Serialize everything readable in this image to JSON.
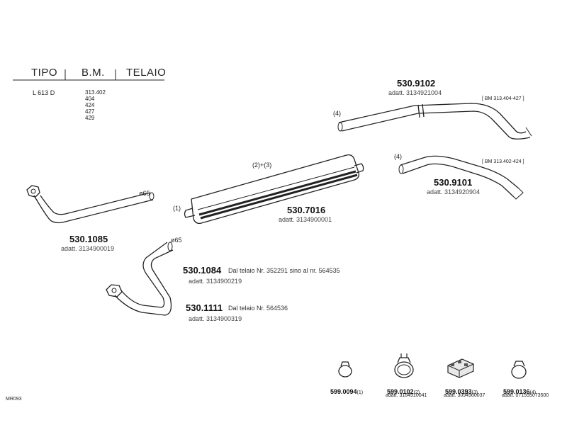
{
  "table": {
    "headers": [
      "TIPO",
      "B.M.",
      "TELAIO"
    ],
    "tipo": "L 613 D",
    "bm_values": [
      "313.402",
      "404",
      "424",
      "427",
      "429"
    ]
  },
  "parts": {
    "p9102": {
      "code": "530.9102",
      "adatt": "adatt. 3134921004",
      "note": "(4)",
      "bracket": "[ BM 313.404-427 ]"
    },
    "p9101": {
      "code": "530.9101",
      "adatt": "adatt. 3134920904",
      "note": "(4)",
      "bracket": "[ BM 313.402-424 ]"
    },
    "p7016": {
      "code": "530.7016",
      "adatt": "adatt. 3134900001",
      "note_top": "(2)+(3)",
      "note_left": "(1)"
    },
    "p1085": {
      "code": "530.1085",
      "adatt": "adatt. 3134900019",
      "diameter": "ø65"
    },
    "p1084": {
      "code": "530.1084",
      "desc": "Dal telaio Nr. 352291 sino al nr. 564535",
      "adatt": "adatt. 3134900219",
      "diameter": "ø65"
    },
    "p1111": {
      "code": "530.1111",
      "desc": "Dal telaio Nr. 564536",
      "adatt": "adatt. 3134900319"
    }
  },
  "accessories": [
    {
      "code": "599.0094",
      "ref": "(1)",
      "adatt": ""
    },
    {
      "code": "599.0102",
      "ref": "(2)",
      "adatt": "adatt. 3184910041"
    },
    {
      "code": "599.0393",
      "ref": "(3)",
      "adatt": "adatt. 3094900037"
    },
    {
      "code": "599.0136",
      "ref": "(4)",
      "adatt": "adatt. 071555073500"
    }
  ],
  "footer": {
    "sheet_id": "MR093"
  }
}
